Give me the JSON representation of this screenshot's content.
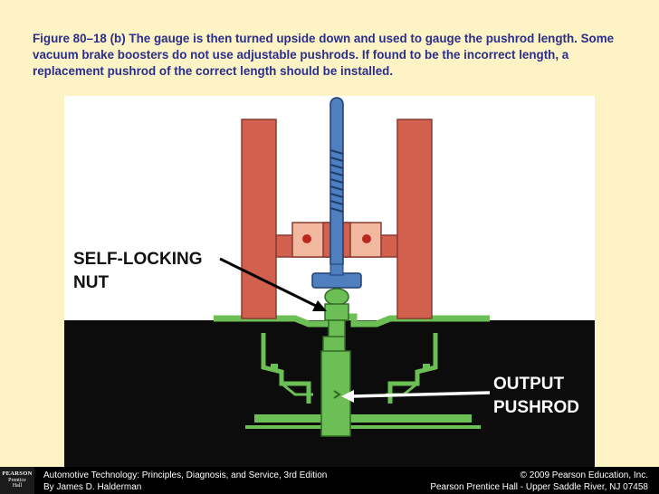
{
  "caption": "Figure 80–18  (b) The gauge is then turned upside down and used to gauge the pushrod length. Some vacuum brake boosters do not use adjustable pushrods. If found to be the incorrect length, a replacement pushrod of the correct length should be installed.",
  "figure": {
    "label_nut_line1": "SELF-LOCKING",
    "label_nut_line2": "NUT",
    "label_rod_line1": "OUTPUT",
    "label_rod_line2": "PUSHROD"
  },
  "footer": {
    "logo_line1": "PEARSON",
    "logo_line2": "Prentice",
    "logo_line3": "Hall",
    "left_line1": "Automotive Technology: Principles, Diagnosis, and Service, 3rd Edition",
    "left_line2": "By James D. Halderman",
    "right_line1": "© 2009 Pearson Education, Inc.",
    "right_line2": "Pearson Prentice Hall - Upper Saddle River, NJ 07458"
  },
  "colors": {
    "background": "#fdf3c4",
    "caption_text": "#2a2f8c",
    "gauge_red": "#d2604f",
    "screw_blue": "#4f7fbf",
    "pushrod_green": "#6cbf54",
    "booster_black": "#0c0c0c"
  }
}
